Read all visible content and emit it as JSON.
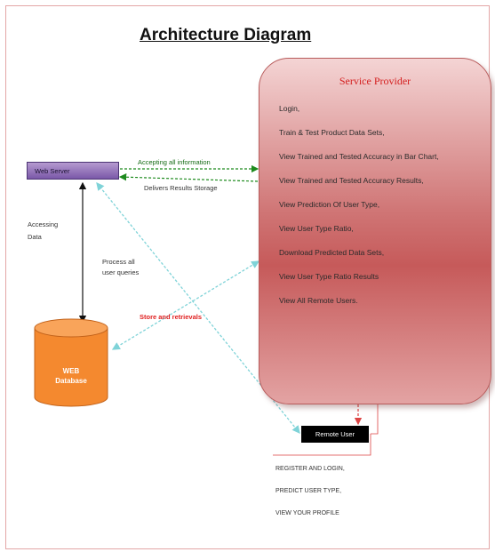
{
  "title": "Architecture Diagram",
  "service_provider": {
    "title": "Service Provider",
    "items": [
      "Login,",
      "Train & Test Product Data Sets,",
      "View Trained and Tested Accuracy in Bar Chart,",
      "View Trained and Tested Accuracy Results,",
      "View Prediction Of User Type,",
      "View User Type Ratio,",
      "Download Predicted Data Sets,",
      "View User Type Ratio Results",
      "View All Remote Users."
    ]
  },
  "web_server": {
    "label": "Web Server"
  },
  "database": {
    "line1": "WEB",
    "line2": "Database"
  },
  "remote_user": {
    "label": "Remote User",
    "items": [
      "REGISTER AND LOGIN,",
      "PREDICT USER TYPE,",
      "VIEW YOUR PROFILE"
    ]
  },
  "edges": {
    "accepting_info": "Accepting all information",
    "delivers_storage": "Delivers Results Storage",
    "accessing_data_1": "Accessing",
    "accessing_data_2": "Data",
    "process_queries_1": "Process all",
    "process_queries_2": "user queries",
    "store_retrievals": "Store and retrievals"
  },
  "colors": {
    "sp_title": "#d42020",
    "green_arrow": "#1d8a1d",
    "cyan_arrow": "#7fd3d8",
    "database": "#f4892f",
    "web_server": "#8a68b8"
  }
}
